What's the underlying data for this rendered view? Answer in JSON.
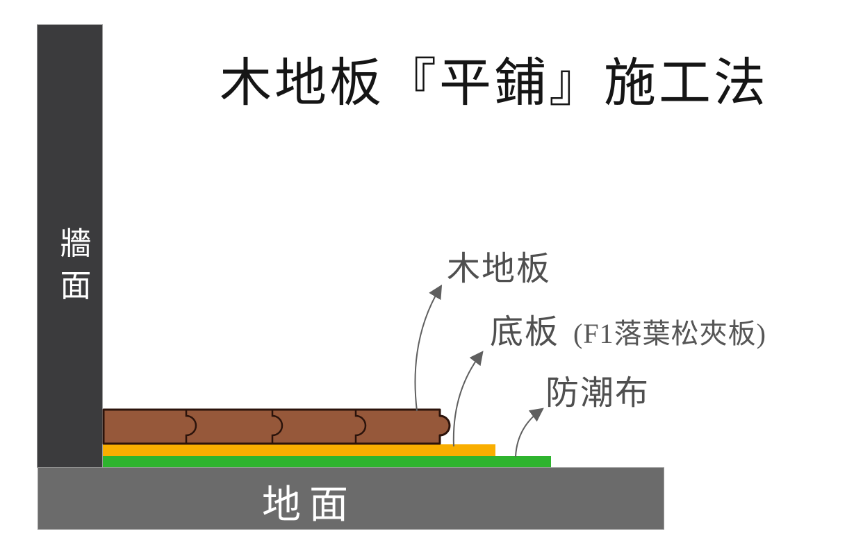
{
  "title": "木地板『平鋪』施工法",
  "wall": {
    "label": "牆面"
  },
  "ground": {
    "label": "地面"
  },
  "layers": [
    {
      "id": "wood-floor",
      "label": "木地板",
      "color": "#96583a",
      "outline": "#2b130b"
    },
    {
      "id": "underlayment",
      "label": "底板",
      "note": "(F1落葉松夾板)",
      "color": "#f9ae00"
    },
    {
      "id": "moisture-barrier",
      "label": "防潮布",
      "color": "#2eb42e"
    }
  ],
  "structure_colors": {
    "wall": "#3b3b3d",
    "ground": "#6b6b6b",
    "arrow": "#5f5f5f",
    "title_text": "#151515",
    "label_text": "#4f4f4f",
    "wall_ground_text": "#ffffff"
  }
}
